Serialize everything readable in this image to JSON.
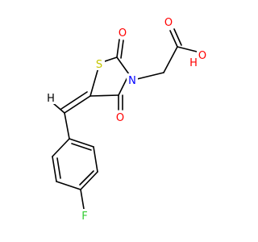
{
  "molecule": {
    "atoms": {
      "sulfur": {
        "label": "S",
        "color": "#C6C600"
      },
      "nitrogen": {
        "label": "N",
        "color": "#0000FF"
      },
      "oxygen_c2": {
        "label": "O",
        "color": "#FF0000"
      },
      "oxygen_c4": {
        "label": "O",
        "color": "#FF0000"
      },
      "oxygen_carbonyl": {
        "label": "O",
        "color": "#FF0000"
      },
      "hydroxyl_o": {
        "label": "O",
        "color": "#FF0000"
      },
      "hydroxyl_h": {
        "label": "H",
        "color": "#FF0000"
      },
      "vinyl_h": {
        "label": "H",
        "color": "#000000"
      },
      "fluorine": {
        "label": "F",
        "color": "#33CC33"
      }
    }
  }
}
